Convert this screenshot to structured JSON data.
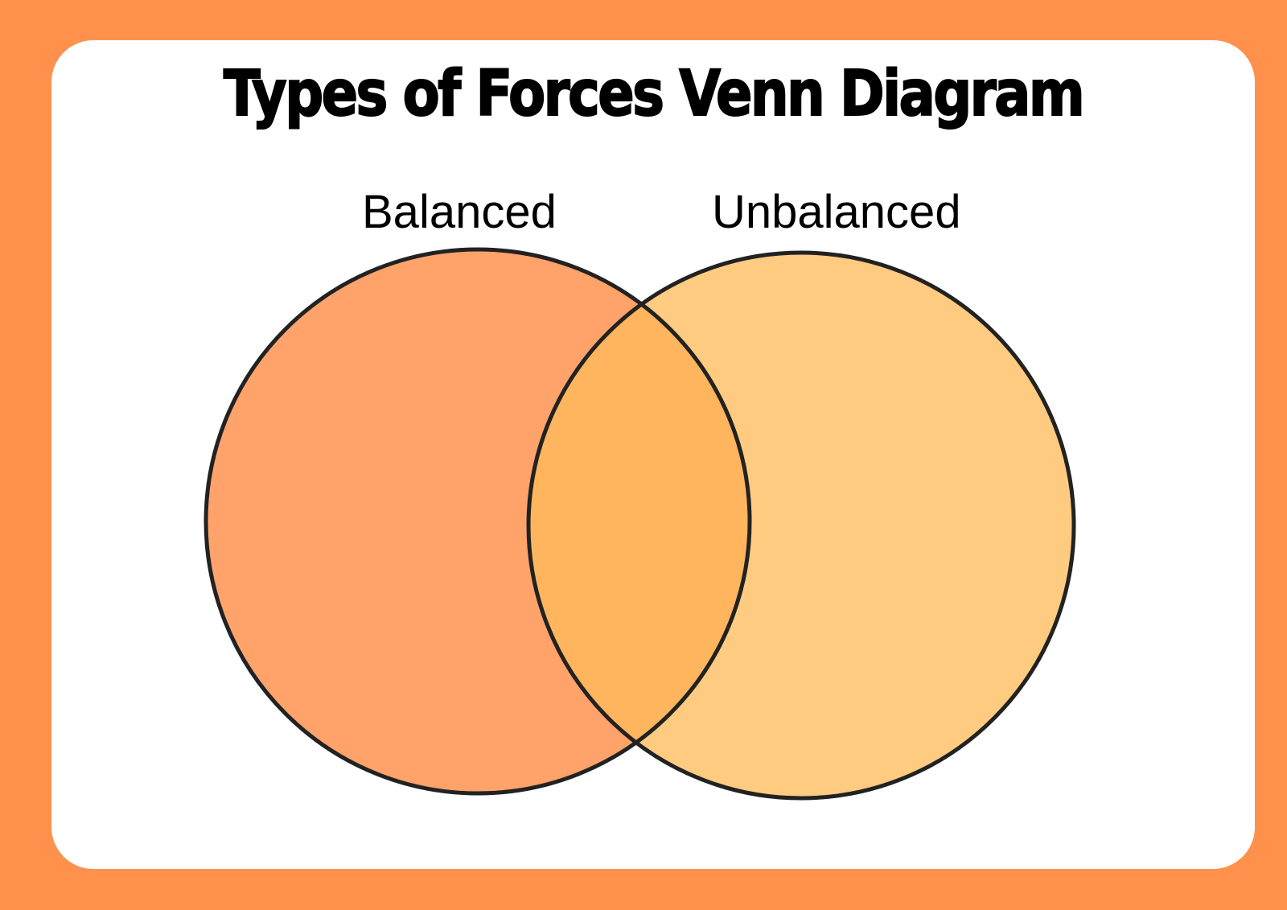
{
  "title": "Types of Forces Venn Diagram",
  "sets": [
    {
      "label": "Balanced",
      "color": "#FFA36B"
    },
    {
      "label": "Unbalanced",
      "color": "#FFCB80"
    }
  ],
  "overlap_color": "#FFB55E",
  "outline_color": "#222222",
  "page_background": "#FF914D",
  "card_background": "#FFFFFF"
}
